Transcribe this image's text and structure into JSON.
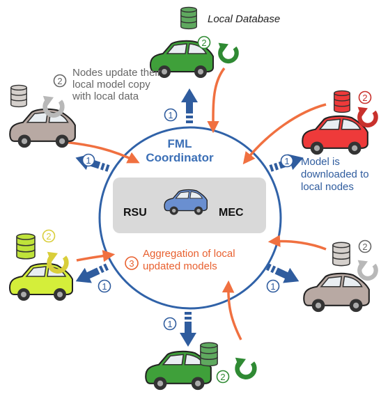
{
  "labels": {
    "local_database": "Local Database",
    "nodes_update": "Nodes update their local model copy with local data",
    "model_downloaded": "Model is downloaded to local nodes",
    "aggregation": "Aggregation of local updated models",
    "coordinator": "FML Coordinator",
    "rsu": "RSU",
    "mec": "MEC"
  },
  "step_numbers": {
    "download": "1",
    "update": "2",
    "aggregate": "3"
  },
  "vehicles": [
    {
      "id": "top",
      "color": "#3fa03a"
    },
    {
      "id": "upper-left",
      "color": "#b8a9a3"
    },
    {
      "id": "upper-right",
      "color": "#ee3a3a"
    },
    {
      "id": "lower-left",
      "color": "#d4ee3a"
    },
    {
      "id": "lower-right",
      "color": "#b8a9a3"
    },
    {
      "id": "bottom",
      "color": "#3fa03a"
    },
    {
      "id": "center",
      "color": "#6a8fd0"
    }
  ],
  "colors": {
    "download_arrow": "#2f5c9e",
    "upload_arrow": "#f07040",
    "circle": "#3062a8",
    "panel": "#d9d9d9"
  }
}
